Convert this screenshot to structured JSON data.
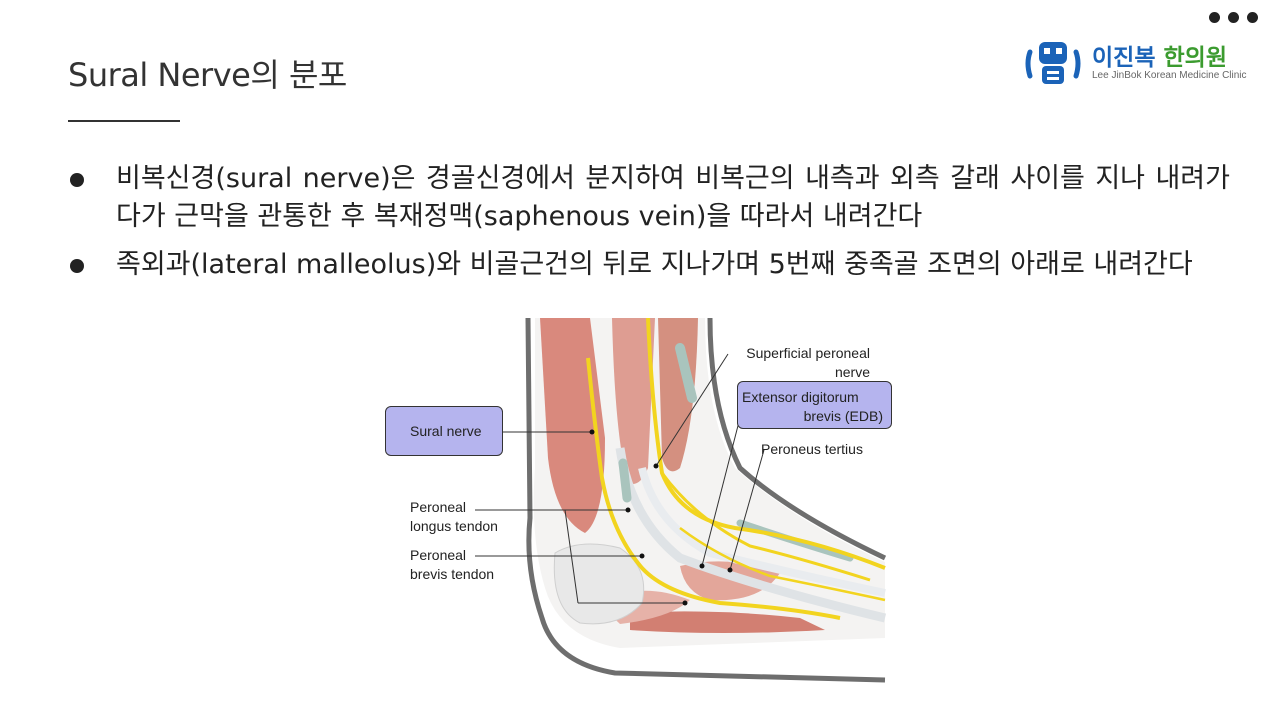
{
  "slide": {
    "title": "Sural Nerve의 분포"
  },
  "logo": {
    "name_part1": "이진복",
    "name_part2": "한의원",
    "subtitle": "Lee JinBok Korean Medicine Clinic"
  },
  "bullets": [
    {
      "text": "비복신경(sural nerve)은 경골신경에서 분지하여 비복근의 내측과 외측 갈래 사이를 지나 내려가다가 근막을 관통한 후 복재정맥(saphenous vein)을 따라서 내려간다"
    },
    {
      "text": "족외과(lateral malleolus)와 비골근건의 뒤로 지나가며 5번째 중족골 조면의 아래로 내려간다"
    }
  ],
  "figure": {
    "labels": {
      "sural_nerve": "Sural nerve",
      "superficial_peroneal_1": "Superficial peroneal",
      "superficial_peroneal_2": "nerve",
      "edb_1": "Extensor digitorum",
      "edb_2": "brevis (EDB)",
      "peroneus_tertius": "Peroneus tertius",
      "peroneal_longus_1": "Peroneal",
      "peroneal_longus_2": "longus tendon",
      "peroneal_brevis_1": "Peroneal",
      "peroneal_brevis_2": "brevis tendon"
    },
    "colors": {
      "nerve": "#f2d41f",
      "muscle": "#d9897d",
      "tendon": "#e9ecef",
      "outline": "#6e6e6e",
      "label_box": "#b5b4ee"
    }
  }
}
